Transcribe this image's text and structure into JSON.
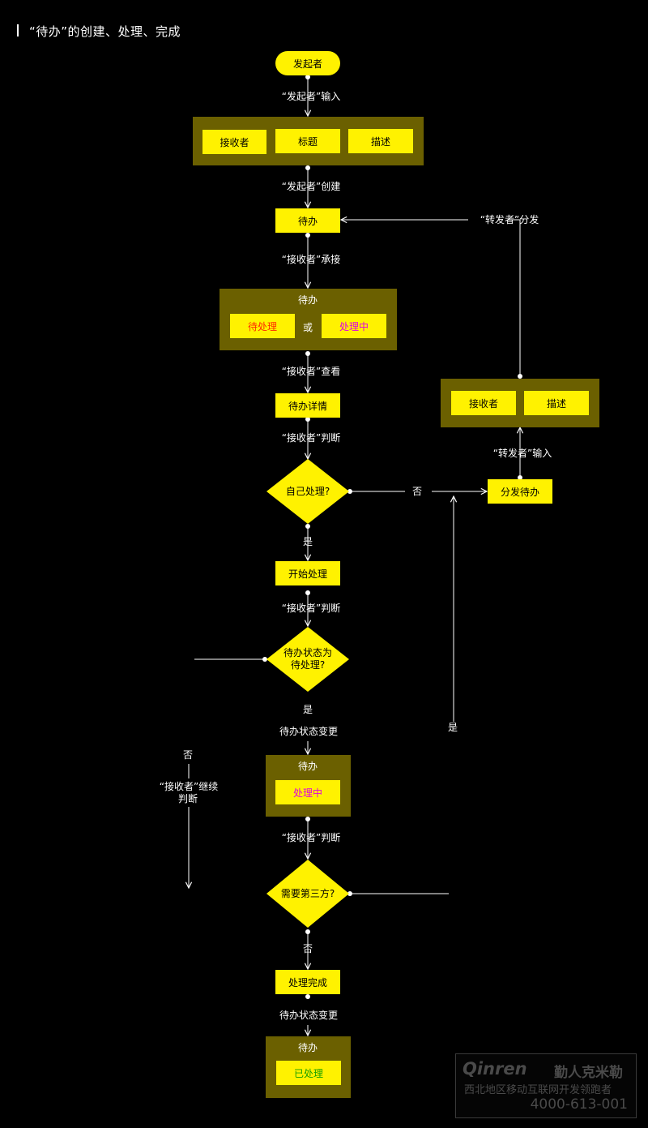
{
  "title": "“待办”的创建、处理、完成",
  "nodes": {
    "initiator": "发起者",
    "input_fields": [
      "接收者",
      "标题",
      "描述"
    ],
    "todo": "待办",
    "todo_panel_title": "待办",
    "status_pending": "待处理",
    "status_or": "或",
    "status_processing": "处理中",
    "todo_detail": "待办详情",
    "decision_self_line1": "自己处理?",
    "start_processing": "开始处理",
    "decision_status_line1": "待办状态为",
    "decision_status_line2": "待处理?",
    "todo_panel2_title": "待办",
    "processing_status": "处理中",
    "decision_third_party": "需要第三方?",
    "processing_done": "处理完成",
    "todo_panel3_title": "待办",
    "processed_status": "已处理",
    "forwarder_fields": [
      "接收者",
      "描述"
    ],
    "distribute_todo": "分发待办"
  },
  "labels": {
    "initiator_input": "“发起者”输入",
    "initiator_create": "“发起者”创建",
    "receiver_accept": "“接收者”承接",
    "receiver_view": "“接收者”查看",
    "receiver_judge_1": "“接收者”判断",
    "no_1": "否",
    "yes_1": "是",
    "receiver_judge_2": "“接收者”判断",
    "yes_2": "是",
    "status_change_1": "待办状态变更",
    "no_2": "否",
    "receiver_continue_line1": "“接收者”继续",
    "receiver_continue_line2": "判断",
    "receiver_judge_3": "“接收者”判断",
    "no_3": "否",
    "status_change_2": "待办状态变更",
    "yes_3": "是",
    "forwarder_input": "“转发者”输入",
    "forwarder_distribute": "“转发者”分发"
  },
  "watermark": {
    "brand": "Qinren",
    "brand_cn": "勤人克米勒",
    "subtitle": "西北地区移动互联网开发领跑者",
    "phone": "4000-613-001"
  },
  "colors": {
    "background": "#000000",
    "box_yellow": "#fff200",
    "panel_olive": "#6b6000",
    "pending_red": "#ff2a00",
    "processing_magenta": "#e000e0",
    "processed_green": "#1aa000",
    "line_white": "#ffffff"
  }
}
